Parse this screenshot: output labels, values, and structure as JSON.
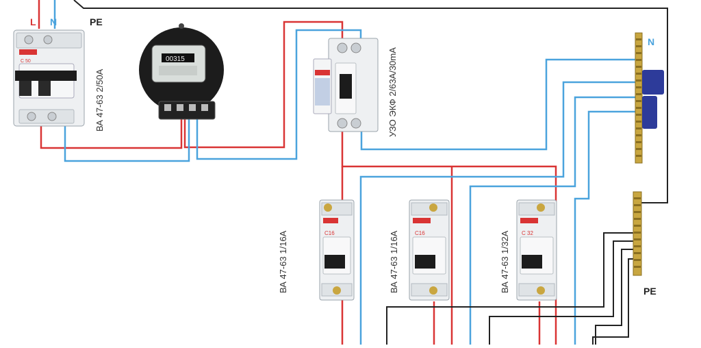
{
  "colors": {
    "phase": "#d93434",
    "neutral": "#4aa3dd",
    "earth": "#222222",
    "device_body": "#eef0f2",
    "meter_body": "#1c1c1c",
    "bus_brass": "#c8a640",
    "bus_blue": "#2d3b9a"
  },
  "labels": {
    "L": "L",
    "N": "N",
    "PE": "PE",
    "bus_n": "N",
    "bus_pe": "PE"
  },
  "devices": {
    "main_breaker": {
      "text": "ВА 47-63 2/50А",
      "badge": "C 50"
    },
    "rcd": {
      "text": "УЗО ЭКФ 2/63А/30mA"
    },
    "breaker1": {
      "text": "ВА 47-63 1/16А",
      "badge": "C16"
    },
    "breaker2": {
      "text": "ВА 47-63 1/16А",
      "badge": "C16"
    },
    "breaker3": {
      "text": "ВА 47-63 1/32А",
      "badge": "C 32"
    },
    "meter": {
      "digits": "00315"
    }
  },
  "icons": {
    "main_breaker": "two-pole-breaker-icon",
    "meter": "electricity-meter-icon",
    "rcd": "rcd-icon",
    "breaker": "single-pole-breaker-icon",
    "bus": "terminal-bus-icon"
  }
}
